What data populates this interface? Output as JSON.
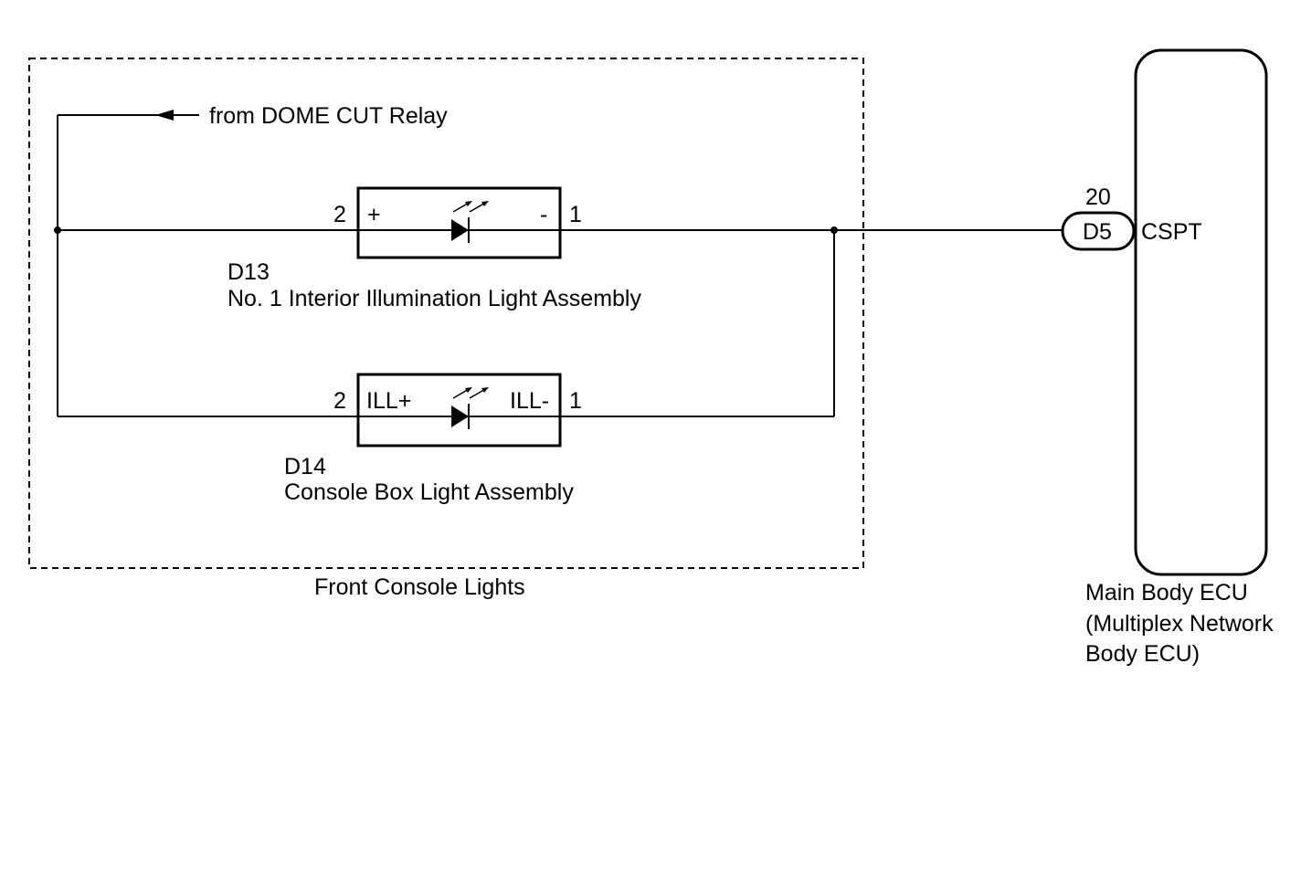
{
  "relay_label": "from DOME CUT Relay",
  "d13": {
    "pin_left": "2",
    "pin_right": "1",
    "terminal_left": "+",
    "terminal_right": "-",
    "code": "D13",
    "name": "No. 1 Interior Illumination Light Assembly"
  },
  "d14": {
    "pin_left": "2",
    "pin_right": "1",
    "terminal_left": "ILL+",
    "terminal_right": "ILL-",
    "code": "D14",
    "name": "Console Box Light Assembly"
  },
  "group_label": "Front Console Lights",
  "connector": {
    "pin": "20",
    "code": "D5",
    "signal": "CSPT"
  },
  "ecu": {
    "line1": "Main Body ECU",
    "line2": "(Multiplex Network",
    "line3": "Body ECU)"
  }
}
